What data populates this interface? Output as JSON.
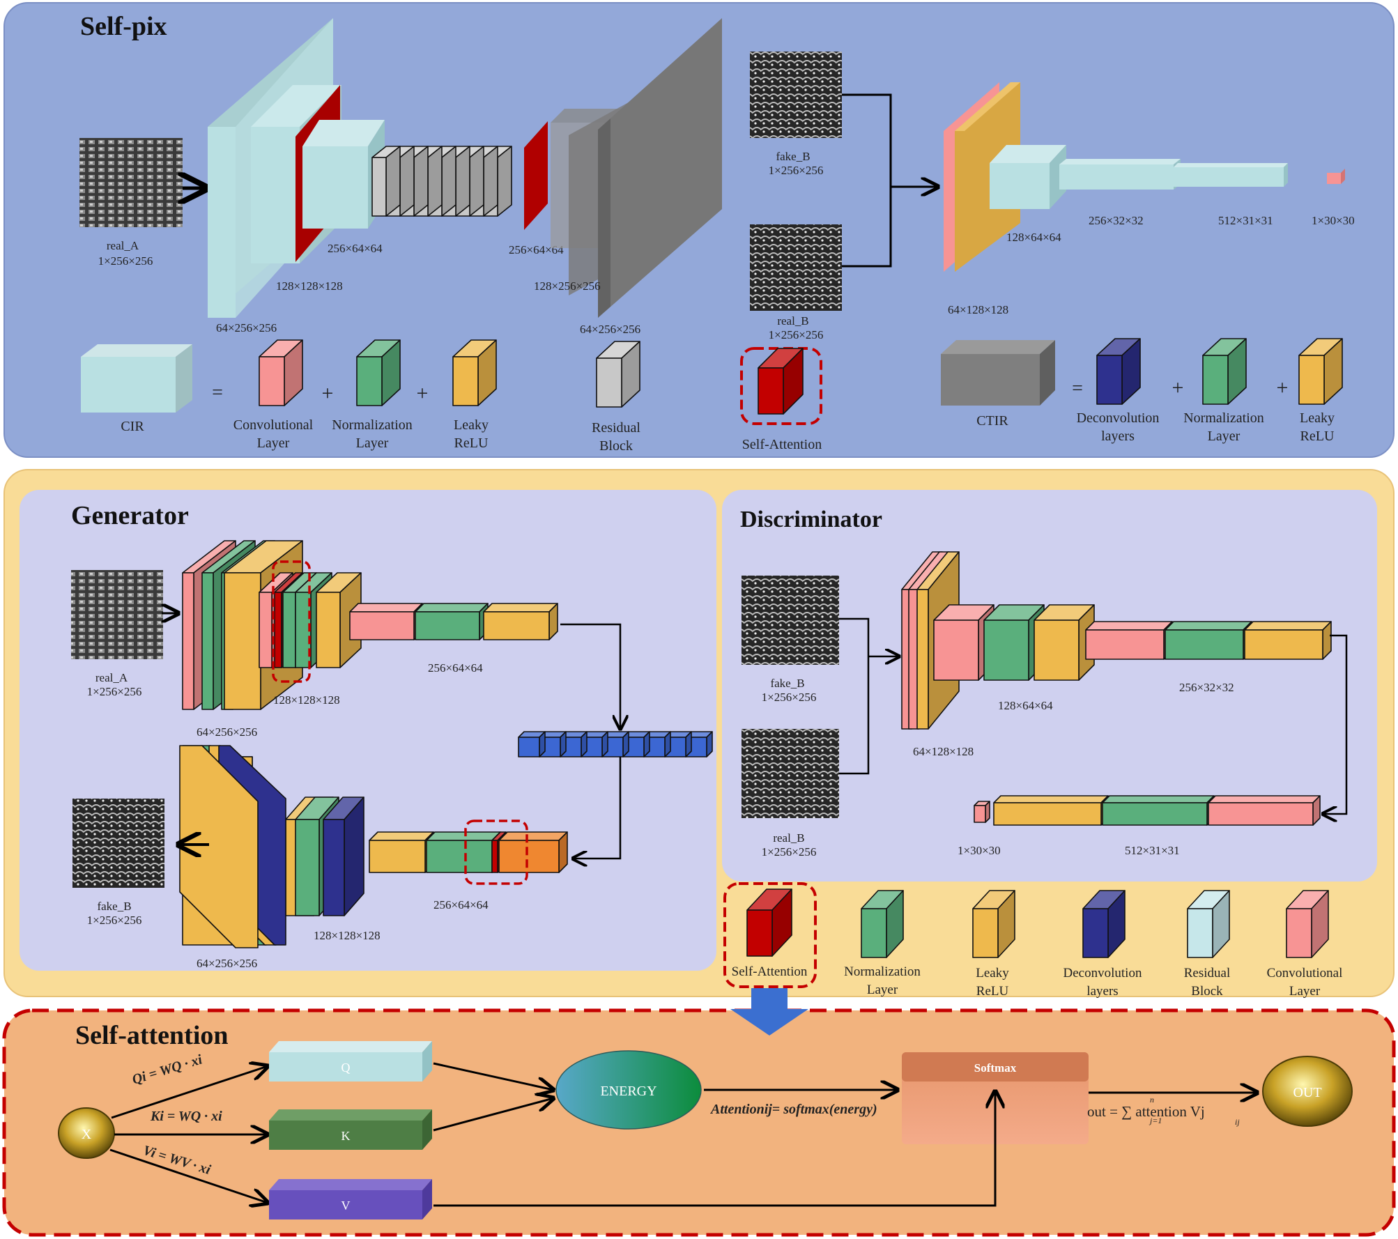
{
  "colors": {
    "panel_top": "#93a8d9",
    "panel_mid": "#f9dc97",
    "panel_sub": "#cfd0ef",
    "panel_bottom": "#f2b37e",
    "cir": "#b9e0e2",
    "conv": "#f79494",
    "norm": "#5aaf7c",
    "leaky": "#eeb94d",
    "deconv": "#2e318e",
    "residual": "#c8c8c8",
    "attention": "#c20000",
    "ctir": "#7f7f7f",
    "bottleneck": "#3c67d3",
    "orange": "#ef8730"
  },
  "selfpix": {
    "title": "Self-pix",
    "real_a": [
      "real_A",
      "1×256×256"
    ],
    "fake_b": [
      "fake_B",
      "1×256×256"
    ],
    "real_b": [
      "real_B",
      "1×256×256"
    ],
    "dims": {
      "d1": "64×256×256",
      "d2": "128×128×128",
      "d3": "256×64×64",
      "d4": "256×64×64",
      "d5": "128×256×256",
      "d6": "64×256×256",
      "d7": "128×64×64",
      "d8": "64×128×128",
      "d9": "256×32×32",
      "d10": "512×31×31",
      "d11": "1×30×30"
    },
    "legend": {
      "cir": "CIR",
      "conv": [
        "Convolutional",
        "Layer"
      ],
      "norm": [
        "Normalization",
        "Layer"
      ],
      "leaky": [
        "Leaky",
        "ReLU"
      ],
      "residual": [
        "Residual",
        "Block"
      ],
      "attention": "Self-Attention",
      "ctir": "CTIR",
      "deconv": [
        "Deconvolution",
        "layers"
      ],
      "norm2": [
        "Normalization",
        "Layer"
      ],
      "leaky2": [
        "Leaky",
        "ReLU"
      ],
      "eq": "=",
      "plus": "+"
    }
  },
  "generator": {
    "title": "Generator",
    "real_a": [
      "real_A",
      "1×256×256"
    ],
    "fake_b": [
      "fake_B",
      "1×256×256"
    ],
    "dims": {
      "e1": "64×256×256",
      "e2": "128×128×128",
      "e3": "256×64×64",
      "u1": "256×64×64",
      "u2": "128×128×128",
      "u3": "64×256×256"
    }
  },
  "discriminator": {
    "title": "Discriminator",
    "fake_b": [
      "fake_B",
      "1×256×256"
    ],
    "real_b": [
      "real_B",
      "1×256×256"
    ],
    "dims": {
      "d1": "64×128×128",
      "d2": "128×64×64",
      "d3": "256×32×32",
      "d4": "1×30×30",
      "d5": "512×31×31"
    }
  },
  "legend2": {
    "attention": "Self-Attention",
    "norm": [
      "Normalization",
      "Layer"
    ],
    "leaky": [
      "Leaky",
      "ReLU"
    ],
    "deconv": [
      "Deconvolution",
      "layers"
    ],
    "residual": [
      "Residual",
      "Block"
    ],
    "conv": [
      "Convolutional",
      "Layer"
    ]
  },
  "attention": {
    "title": "Self-attention",
    "x": "X",
    "q": "Q",
    "k": "K",
    "v": "V",
    "energy": "ENERGY",
    "softmax": "Softmax",
    "out": "OUT",
    "eq_q": "Qi = WQ · xi",
    "eq_k": "Ki = WQ · xi",
    "eq_v": "Vi = WV · xi",
    "eq_att": "Attentionij= softmax(energy)",
    "eq_out": "out = ∑ attention Vj",
    "eq_out_sum": "n",
    "eq_out_sub": "j=1",
    "eq_out_ij": "ij"
  }
}
